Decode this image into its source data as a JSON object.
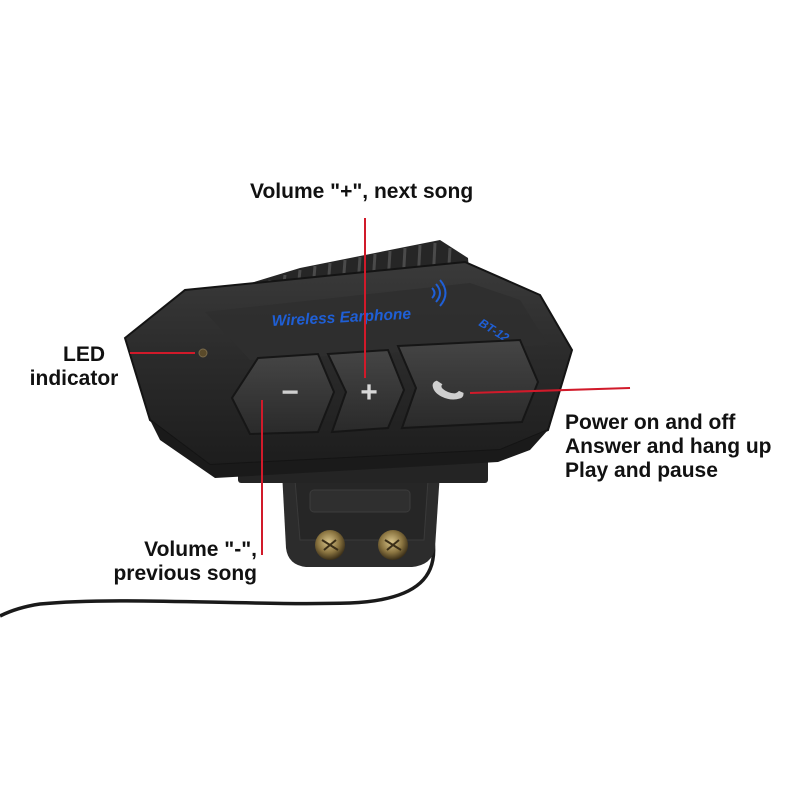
{
  "device": {
    "brand_text": "Wireless Earphone",
    "model_text": "BT-12",
    "buttons": [
      {
        "id": "minus",
        "symbol": "−"
      },
      {
        "id": "plus",
        "symbol": "+"
      },
      {
        "id": "phone",
        "symbol": "phone-icon"
      }
    ]
  },
  "callouts": {
    "volume_plus": "Volume \"+\", next song",
    "led_line1": "LED",
    "led_line2": "indicator",
    "power_line1": "Power on and off",
    "power_line2": "Answer and hang up",
    "power_line3": "Play and pause",
    "volume_minus_line1": "Volume \"-\",",
    "volume_minus_line2": "previous song"
  },
  "colors": {
    "callout_line": "#d11a2a",
    "body": "#2b2b2b",
    "body_dark": "#1c1c1c",
    "button": "#363636",
    "brand_blue": "#1f5fd6",
    "label_text": "#111111"
  }
}
